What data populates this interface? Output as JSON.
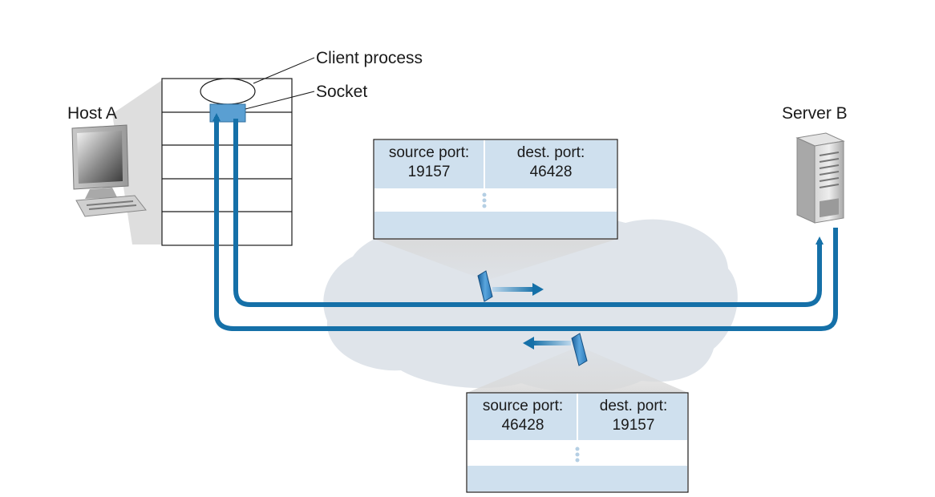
{
  "labels": {
    "host_a": "Host A",
    "server_b": "Server B",
    "client_process": "Client process",
    "socket": "Socket"
  },
  "segments": [
    {
      "direction": "A to B",
      "source_port_label": "source port:",
      "source_port_value": "19157",
      "dest_port_label": "dest. port:",
      "dest_port_value": "46428"
    },
    {
      "direction": "B to A",
      "source_port_label": "source port:",
      "source_port_value": "46428",
      "dest_port_label": "dest. port:",
      "dest_port_value": "19157"
    }
  ],
  "colors": {
    "arrow": "#1570a8",
    "cloud": "#dfe4ea",
    "header": "#cfe0ee",
    "socket": "#5a9fd2",
    "packet": "#3a88c8"
  },
  "icons": {
    "host": "desktop-computer-icon",
    "server": "server-tower-icon",
    "packet": "packet-icon"
  }
}
